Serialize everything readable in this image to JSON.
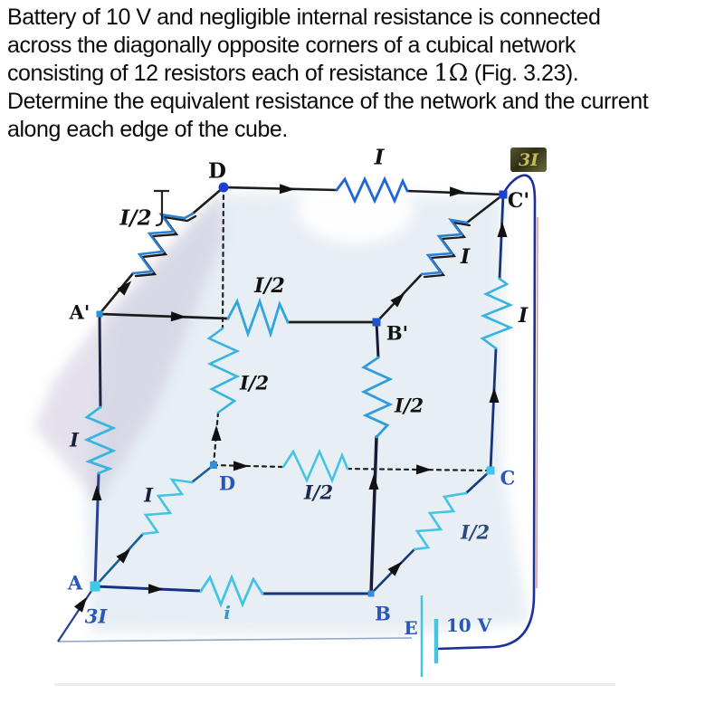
{
  "problem": {
    "line1": "Battery of 10 V and negligible internal resistance is connected",
    "line2": "across the diagonally opposite corners of a cubical network",
    "line3_pre": "consisting of 12 resistors each of resistance ",
    "line3_math": "1Ω",
    "line3_post": " (Fig. 3.23).",
    "line4": "Determine the equivalent resistance of the network and the current",
    "line5": "along each edge of the cube."
  },
  "figure": {
    "vertex_labels": {
      "d_prime": "D",
      "c_prime": "C'",
      "a_prime": "A'",
      "b_prime": "B'",
      "d": "D",
      "c": "C",
      "a": "A",
      "b": "B"
    },
    "current_labels": {
      "top_edge": "I",
      "a_d_prime_diag": "I/2",
      "a_b_prime_top": "I/2",
      "b_c_prime_diag": "I",
      "c_c_prime_vert": "I",
      "dd_hidden_vert": "I/2",
      "bb_front_vert": "I/2",
      "dc_hidden_bottom": "I/2",
      "aa_left_vert": "I",
      "ad_bottom_diag": "I",
      "bc_bottom_diag": "I/2",
      "ab_bottom": "i",
      "battery_in": "3I",
      "battery_out_badge": "3I"
    },
    "battery": {
      "label": "E",
      "voltage": "10 V"
    },
    "colors": {
      "resistor_blue": "#2a7fd0",
      "resistor_cyan": "#45c3e4",
      "wire_dark": "#1b2f7e",
      "label_blue": "#2b55b8",
      "badge_bg": "#3a3a22"
    }
  }
}
